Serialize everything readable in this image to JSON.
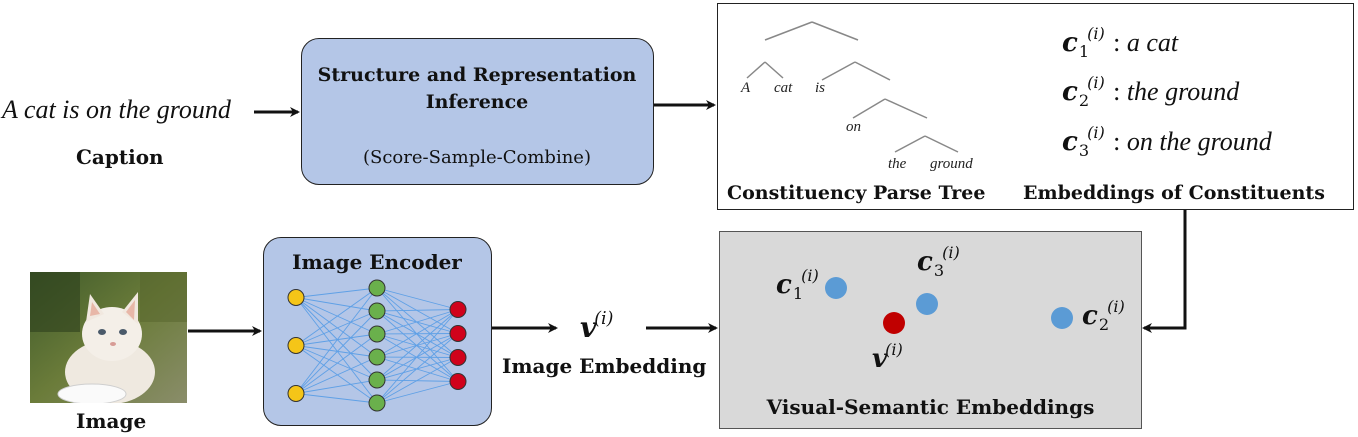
{
  "caption": {
    "sentence": "A cat is on the ground",
    "label": "Caption"
  },
  "inference_box": {
    "title_line1": "Structure and Representation",
    "title_line2": "Inference",
    "subtitle": "(Score-Sample-Combine)"
  },
  "parse_panel": {
    "tree_label": "Constituency Parse Tree",
    "embeddings_label": "Embeddings of Constituents",
    "tree_words": [
      "A",
      "cat",
      "is",
      "on",
      "the",
      "ground"
    ],
    "constituents": [
      {
        "symbol": "c",
        "subscript": "1",
        "superscript": "(i)",
        "text": "a cat"
      },
      {
        "symbol": "c",
        "subscript": "2",
        "superscript": "(i)",
        "text": "the ground"
      },
      {
        "symbol": "c",
        "subscript": "3",
        "superscript": "(i)",
        "text": "on the ground"
      }
    ]
  },
  "image": {
    "label": "Image"
  },
  "encoder": {
    "title": "Image Encoder",
    "layers": [
      3,
      6,
      4
    ],
    "layer_colors": [
      "#f5c518",
      "#6ab04c",
      "#d0021b"
    ]
  },
  "image_embedding": {
    "symbol": "v",
    "superscript": "(i)",
    "label": "Image Embedding"
  },
  "vse_panel": {
    "title": "Visual-Semantic Embeddings",
    "points": [
      {
        "symbol": "c",
        "subscript": "1",
        "superscript": "(i)",
        "color": "#5b9bd5"
      },
      {
        "symbol": "c",
        "subscript": "3",
        "superscript": "(i)",
        "color": "#5b9bd5"
      },
      {
        "symbol": "v",
        "subscript": "",
        "superscript": "(i)",
        "color": "#c00000"
      },
      {
        "symbol": "c",
        "subscript": "2",
        "superscript": "(i)",
        "color": "#5b9bd5"
      }
    ]
  }
}
